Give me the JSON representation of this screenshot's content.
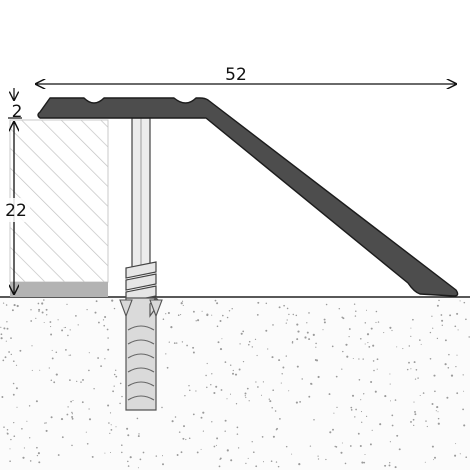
{
  "dimensions": {
    "width_label": "52",
    "top_thickness_label": "2",
    "height_label": "22"
  },
  "colors": {
    "profile": "#4b4b4b",
    "profile_edge": "#1a1a1a",
    "screw": "#e4e4e4",
    "dowel": "#d6d6d6",
    "floor_dots": "#9a9a9a",
    "hatch": "#b5b5b5",
    "underlay": "#b0b0b0"
  }
}
